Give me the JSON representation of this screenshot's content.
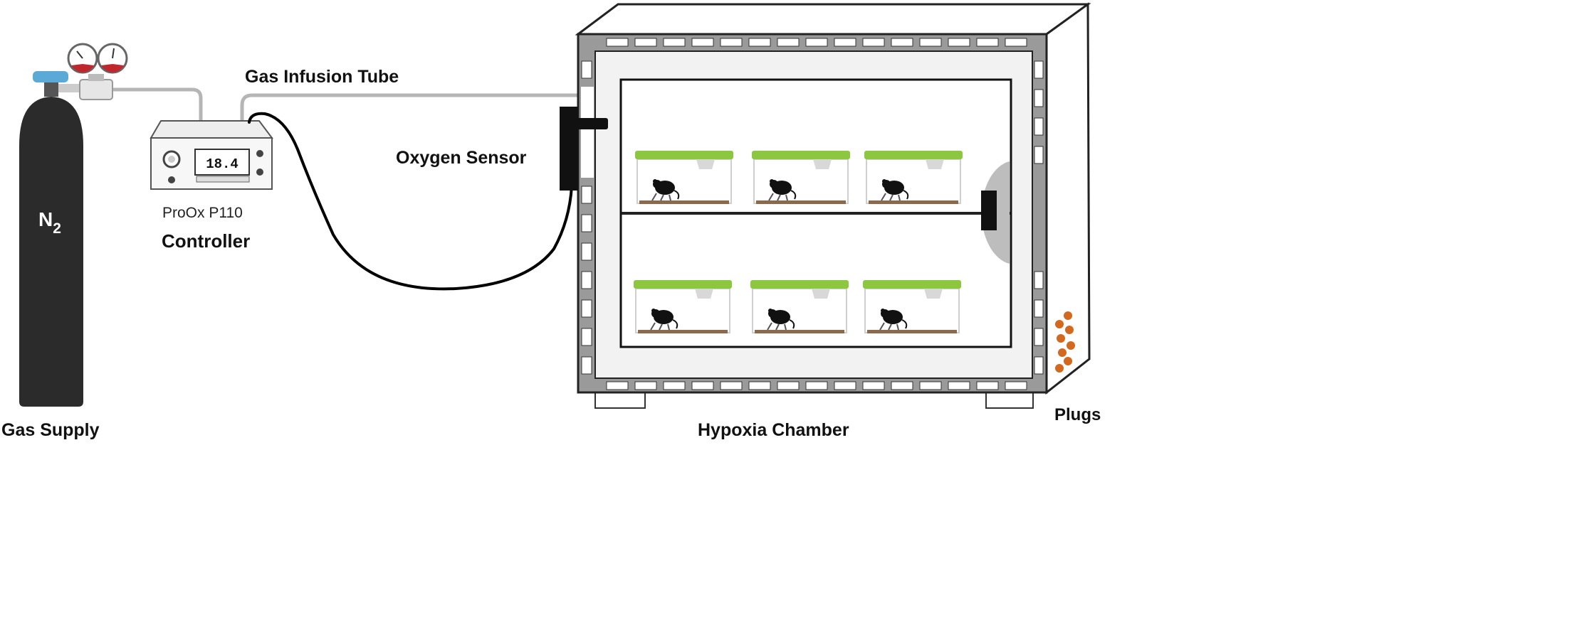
{
  "labels": {
    "gas_supply": "Gas Supply",
    "cylinder_formula": "N",
    "cylinder_subscript": "2",
    "gas_infusion_tube": "Gas Infusion Tube",
    "controller_model": "ProOx P110",
    "controller": "Controller",
    "controller_display": "18.4",
    "oxygen_sensor": "Oxygen Sensor",
    "hypoxia_chamber": "Hypoxia Chamber",
    "plugs": "Plugs"
  },
  "colors": {
    "cylinder": "#2b2b2b",
    "valve": "#5aa9d6",
    "gauge_red": "#c0272d",
    "cage_lid": "#8dc63f",
    "plug": "#d2691e",
    "chamber_wall": "#9a9a9a",
    "chamber_face": "#f2f2f2"
  }
}
